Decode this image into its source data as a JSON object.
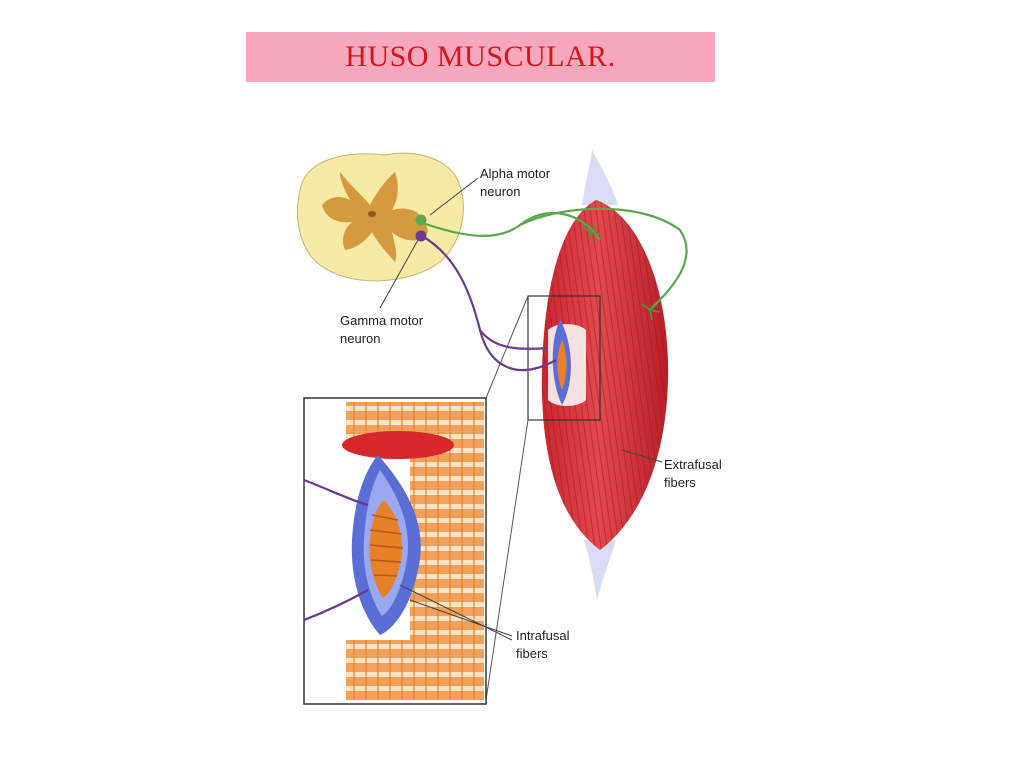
{
  "title": "HUSO MUSCULAR.",
  "colors": {
    "title_bg": "#f8a8bc",
    "title_text": "#d8141c",
    "spinal_white_matter": "#f7e9a6",
    "spinal_gray_matter": "#d69a3e",
    "muscle_red": "#d8343a",
    "alpha_neuron": "#5aa84e",
    "gamma_neuron": "#6b3a8c",
    "capsule_blue": "#5a6fd6",
    "intrafusal_orange": "#e8802a"
  },
  "labels": {
    "alpha_line1": "Alpha motor",
    "alpha_line2": "neuron",
    "gamma_line1": "Gamma motor",
    "gamma_line2": "neuron",
    "extrafusal_line1": "Extrafusal",
    "extrafusal_line2": "fibers",
    "intrafusal_line1": "Intrafusal",
    "intrafusal_line2": "fibers"
  }
}
